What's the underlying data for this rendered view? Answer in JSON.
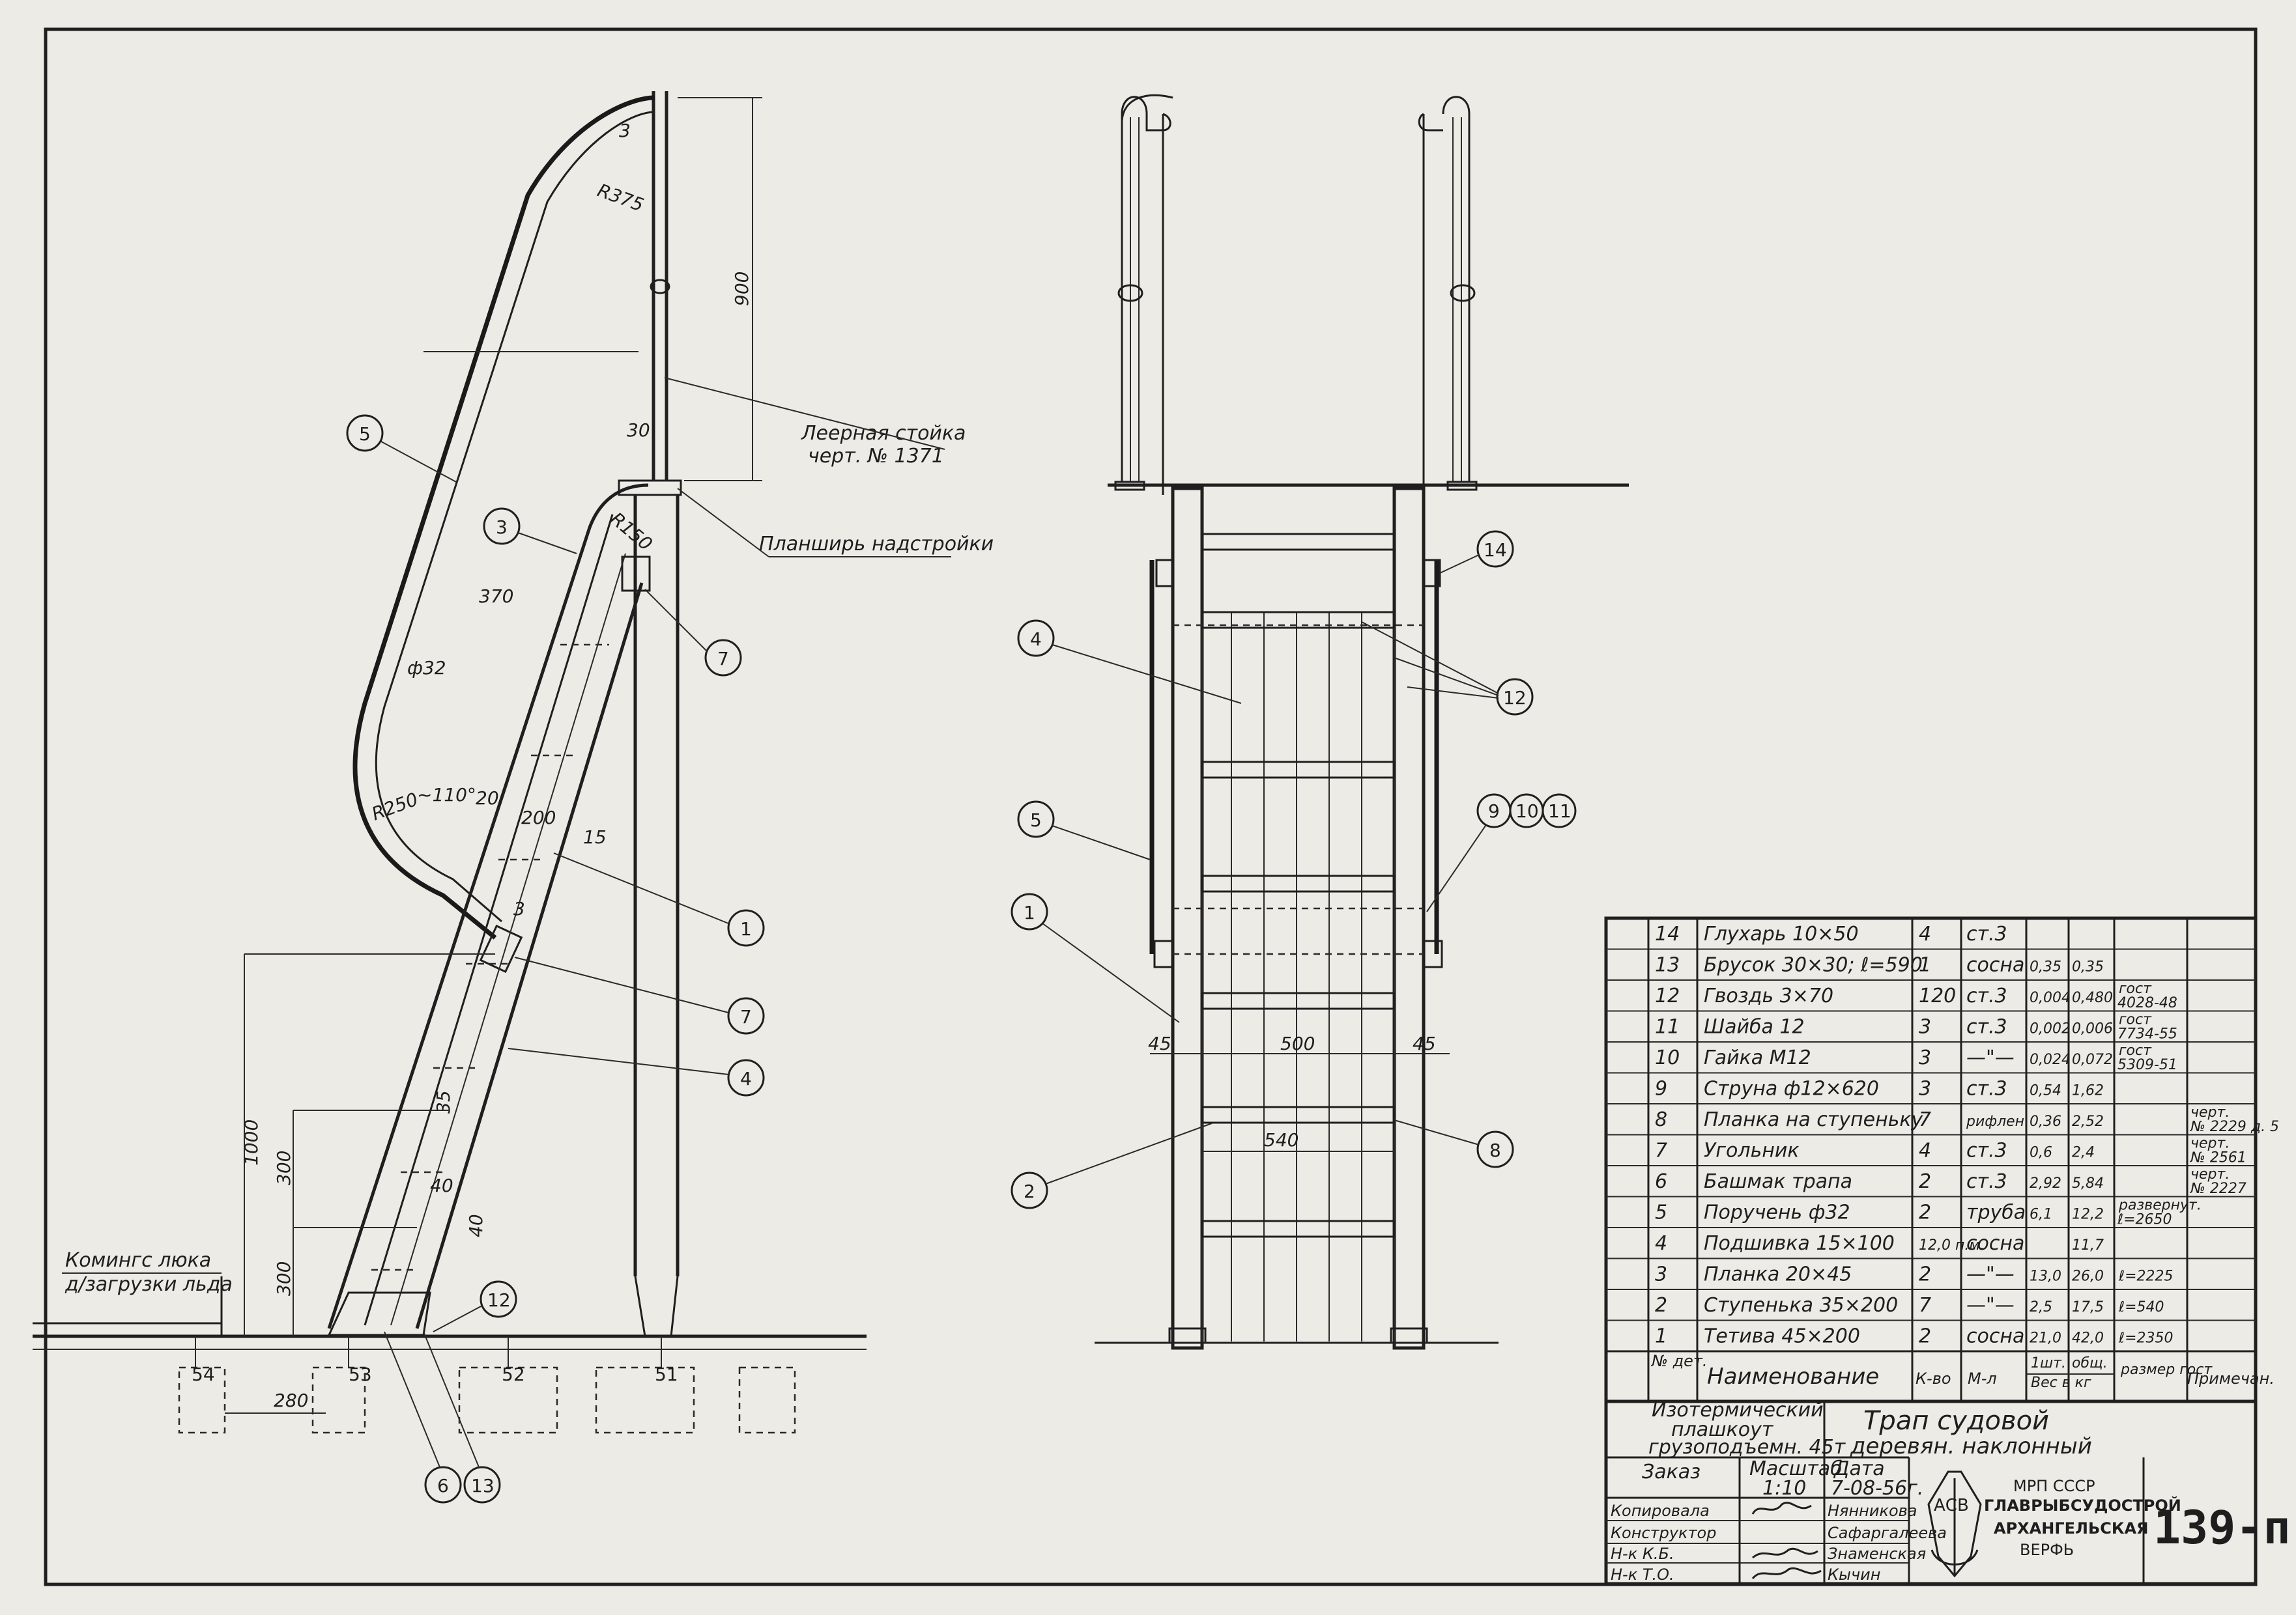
{
  "sheet_number": "139-п",
  "drawing": {
    "callouts_left": [
      "5",
      "3",
      "7",
      "1",
      "7",
      "4",
      "12",
      "6",
      "13"
    ],
    "callouts_right": [
      "4",
      "14",
      "12",
      "5",
      "9",
      "10",
      "11",
      "1",
      "2",
      "8"
    ],
    "dims_left": {
      "r375": "R375",
      "d900": "900",
      "d30": "30",
      "r150": "R150",
      "d370": "370",
      "phi32": "ф32",
      "ang110": "~110°",
      "r250": "R250",
      "d20": "20",
      "d200": "200",
      "d15": "15",
      "d3a": "3",
      "d3b": "3",
      "d1000": "1000",
      "d35": "35",
      "d300a": "300",
      "d40a": "40",
      "d40b": "40",
      "d300b": "300",
      "d280": "280"
    },
    "frames": [
      "54",
      "53",
      "52",
      "51"
    ],
    "dims_right": {
      "d45a": "45",
      "d500": "500",
      "d45b": "45",
      "d540": "540"
    },
    "notes": {
      "railing_post": "Леерная стойка",
      "railing_post_ref": "черт. № 1371",
      "deck_edge": "Планширь надстройки",
      "hatch_coaming_1": "Комингс люка",
      "hatch_coaming_2": "д/загрузки льда"
    }
  },
  "spec_table": {
    "rows": [
      {
        "pos": "14",
        "name": "Глухарь 10×50",
        "qty": "4",
        "mat": "ст.3",
        "w1": "",
        "w2": "",
        "size": "",
        "note": ""
      },
      {
        "pos": "13",
        "name": "Брусок 30×30; ℓ=590",
        "qty": "1",
        "mat": "сосна",
        "w1": "0,35",
        "w2": "0,35",
        "size": "",
        "note": ""
      },
      {
        "pos": "12",
        "name": "Гвоздь 3×70",
        "qty": "120",
        "mat": "ст.3",
        "w1": "0,004",
        "w2": "0,480",
        "size": "гост 4028-48",
        "note": ""
      },
      {
        "pos": "11",
        "name": "Шайба 12",
        "qty": "3",
        "mat": "ст.3",
        "w1": "0,002",
        "w2": "0,006",
        "size": "гост 7734-55",
        "note": ""
      },
      {
        "pos": "10",
        "name": "Гайка М12",
        "qty": "3",
        "mat": "—\"—",
        "w1": "0,024",
        "w2": "0,072",
        "size": "гост 5309-51",
        "note": ""
      },
      {
        "pos": "9",
        "name": "Струна ф12×620",
        "qty": "3",
        "mat": "ст.3",
        "w1": "0,54",
        "w2": "1,62",
        "size": "",
        "note": ""
      },
      {
        "pos": "8",
        "name": "Планка на ступеньку",
        "qty": "7",
        "mat": "рифлен.",
        "w1": "0,36",
        "w2": "2,52",
        "size": "",
        "note": "черт. № 2229 д. 5"
      },
      {
        "pos": "7",
        "name": "Угольник",
        "qty": "4",
        "mat": "ст.3",
        "w1": "0,6",
        "w2": "2,4",
        "size": "",
        "note": "черт. № 2561"
      },
      {
        "pos": "6",
        "name": "Башмак трапа",
        "qty": "2",
        "mat": "ст.3",
        "w1": "2,92",
        "w2": "5,84",
        "size": "",
        "note": "черт. № 2227"
      },
      {
        "pos": "5",
        "name": "Поручень ф32",
        "qty": "2",
        "mat": "труба",
        "w1": "6,1",
        "w2": "12,2",
        "size": "развернут. ℓ=2650",
        "note": ""
      },
      {
        "pos": "4",
        "name": "Подшивка 15×100",
        "qty": "12,0 п.м.",
        "mat": "сосна",
        "w1": "",
        "w2": "11,7",
        "size": "",
        "note": ""
      },
      {
        "pos": "3",
        "name": "Планка 20×45",
        "qty": "2",
        "mat": "—\"—",
        "w1": "13,0",
        "w2": "26,0",
        "size": "ℓ=2225",
        "note": ""
      },
      {
        "pos": "2",
        "name": "Ступенька 35×200",
        "qty": "7",
        "mat": "—\"—",
        "w1": "2,5",
        "w2": "17,5",
        "size": "ℓ=540",
        "note": ""
      },
      {
        "pos": "1",
        "name": "Тетива 45×200",
        "qty": "2",
        "mat": "сосна",
        "w1": "21,0",
        "w2": "42,0",
        "size": "ℓ=2350",
        "note": ""
      }
    ],
    "header": {
      "pos": "№ дет.",
      "name": "Наименование",
      "qty": "К-во",
      "mat": "М-л",
      "w1": "1шт.",
      "w2": "общ.",
      "weight": "Вес в кг",
      "size": "размер гост",
      "note": "Примечан."
    }
  },
  "title_block": {
    "object_1": "Изотермический",
    "object_2": "плашкоут",
    "object_3": "грузоподъемн. 45т",
    "title_1": "Трап судовой",
    "title_2": "деревян. наклонный",
    "order_label": "Заказ",
    "scale_label": "Масштаб",
    "scale_value": "1:10",
    "date_label": "Дата",
    "date_value": "7-08-56г.",
    "roles": [
      {
        "role": "Копировала",
        "name": "Нянникова"
      },
      {
        "role": "Конструктор",
        "name": "Сафаргалеева"
      },
      {
        "role": "Н-к К.Б.",
        "name": "Знаменская"
      },
      {
        "role": "Н-к Т.О.",
        "name": "Кычин"
      }
    ],
    "org_1": "МРП СССР",
    "org_2": "ГЛАВРЫБСУДОСТРОЙ",
    "org_3": "АРХАНГЕЛЬСКАЯ",
    "org_4": "ВЕРФЬ",
    "logo_letters": "АСВ"
  }
}
